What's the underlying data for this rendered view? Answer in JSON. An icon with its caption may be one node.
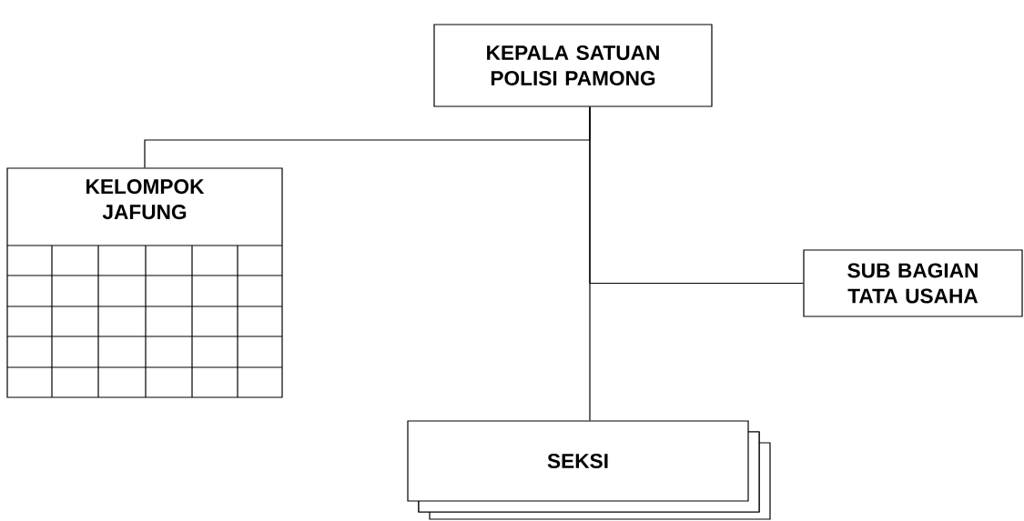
{
  "diagram": {
    "nodes": [
      {
        "text": [
          "KEPALA SATUAN POLISI PAMONG"
        ]
      },
      {
        "text": [
          "KELOMPOK JAFUNG"
        ]
      },
      {
        "text": [
          "SUB BAGIAN TATA USAHA"
        ]
      },
      {
        "text": [
          "SEKSI"
        ]
      }
    ],
    "edges": [
      {
        "from": 0,
        "to": 1,
        "arrow": "none"
      },
      {
        "from": 0,
        "to": 2,
        "arrow": "none"
      },
      {
        "from": 0,
        "to": 3,
        "arrow": "none"
      }
    ]
  }
}
